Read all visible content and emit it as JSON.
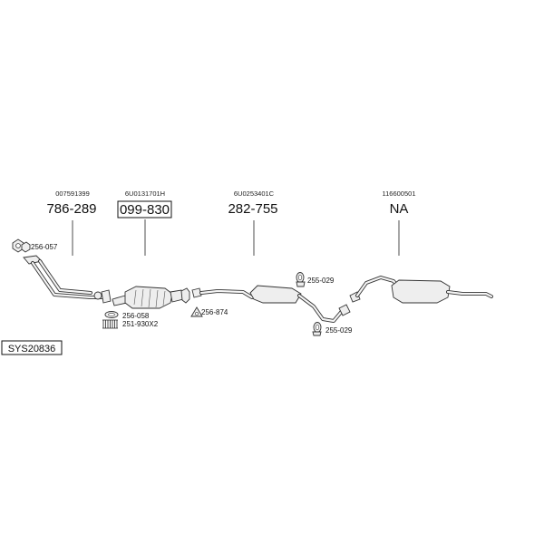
{
  "parts": [
    {
      "oe": "007591399",
      "num": "786-289",
      "boxed": false
    },
    {
      "oe": "6U0131701H",
      "num": "099-830",
      "boxed": true
    },
    {
      "oe": "6U0253401C",
      "num": "282-755",
      "boxed": false
    },
    {
      "oe": "116600501",
      "num": "NA",
      "boxed": false
    }
  ],
  "accessories": {
    "a1": "256-057",
    "a2": "256-058",
    "a3": "251-930X2",
    "a4": "256-874",
    "a5": "255-029",
    "a6": "255-029"
  },
  "system_code": "SYS20836"
}
